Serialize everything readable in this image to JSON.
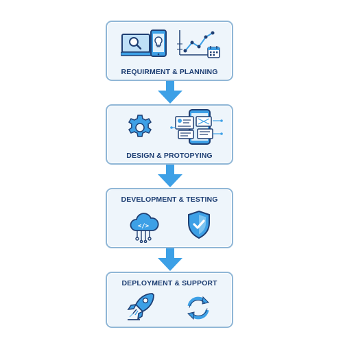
{
  "stages": [
    {
      "label": "REQUIRMENT & PLANNING",
      "icons": [
        "devices-search-icon",
        "lightbulb-icon",
        "line-chart-icon",
        "calendar-icon"
      ]
    },
    {
      "label": "DESIGN & PROTOPYING",
      "icons": [
        "gear-icon",
        "wireframe-mobile-icon"
      ]
    },
    {
      "label": "DEVELOPMENT & TESTING",
      "icons": [
        "cloud-code-icon",
        "shield-check-icon"
      ]
    },
    {
      "label": "DEPLOYMENT & SUPPORT",
      "icons": [
        "rocket-icon",
        "refresh-icon"
      ]
    }
  ],
  "colors": {
    "box_border": "#8fb6d6",
    "box_fill": "#eef5fb",
    "label_text": "#1c3d72",
    "icon_dark": "#1f3f73",
    "icon_accent": "#3da0e6",
    "icon_light": "#bfe0f7",
    "arrow": "#3da0e6"
  }
}
